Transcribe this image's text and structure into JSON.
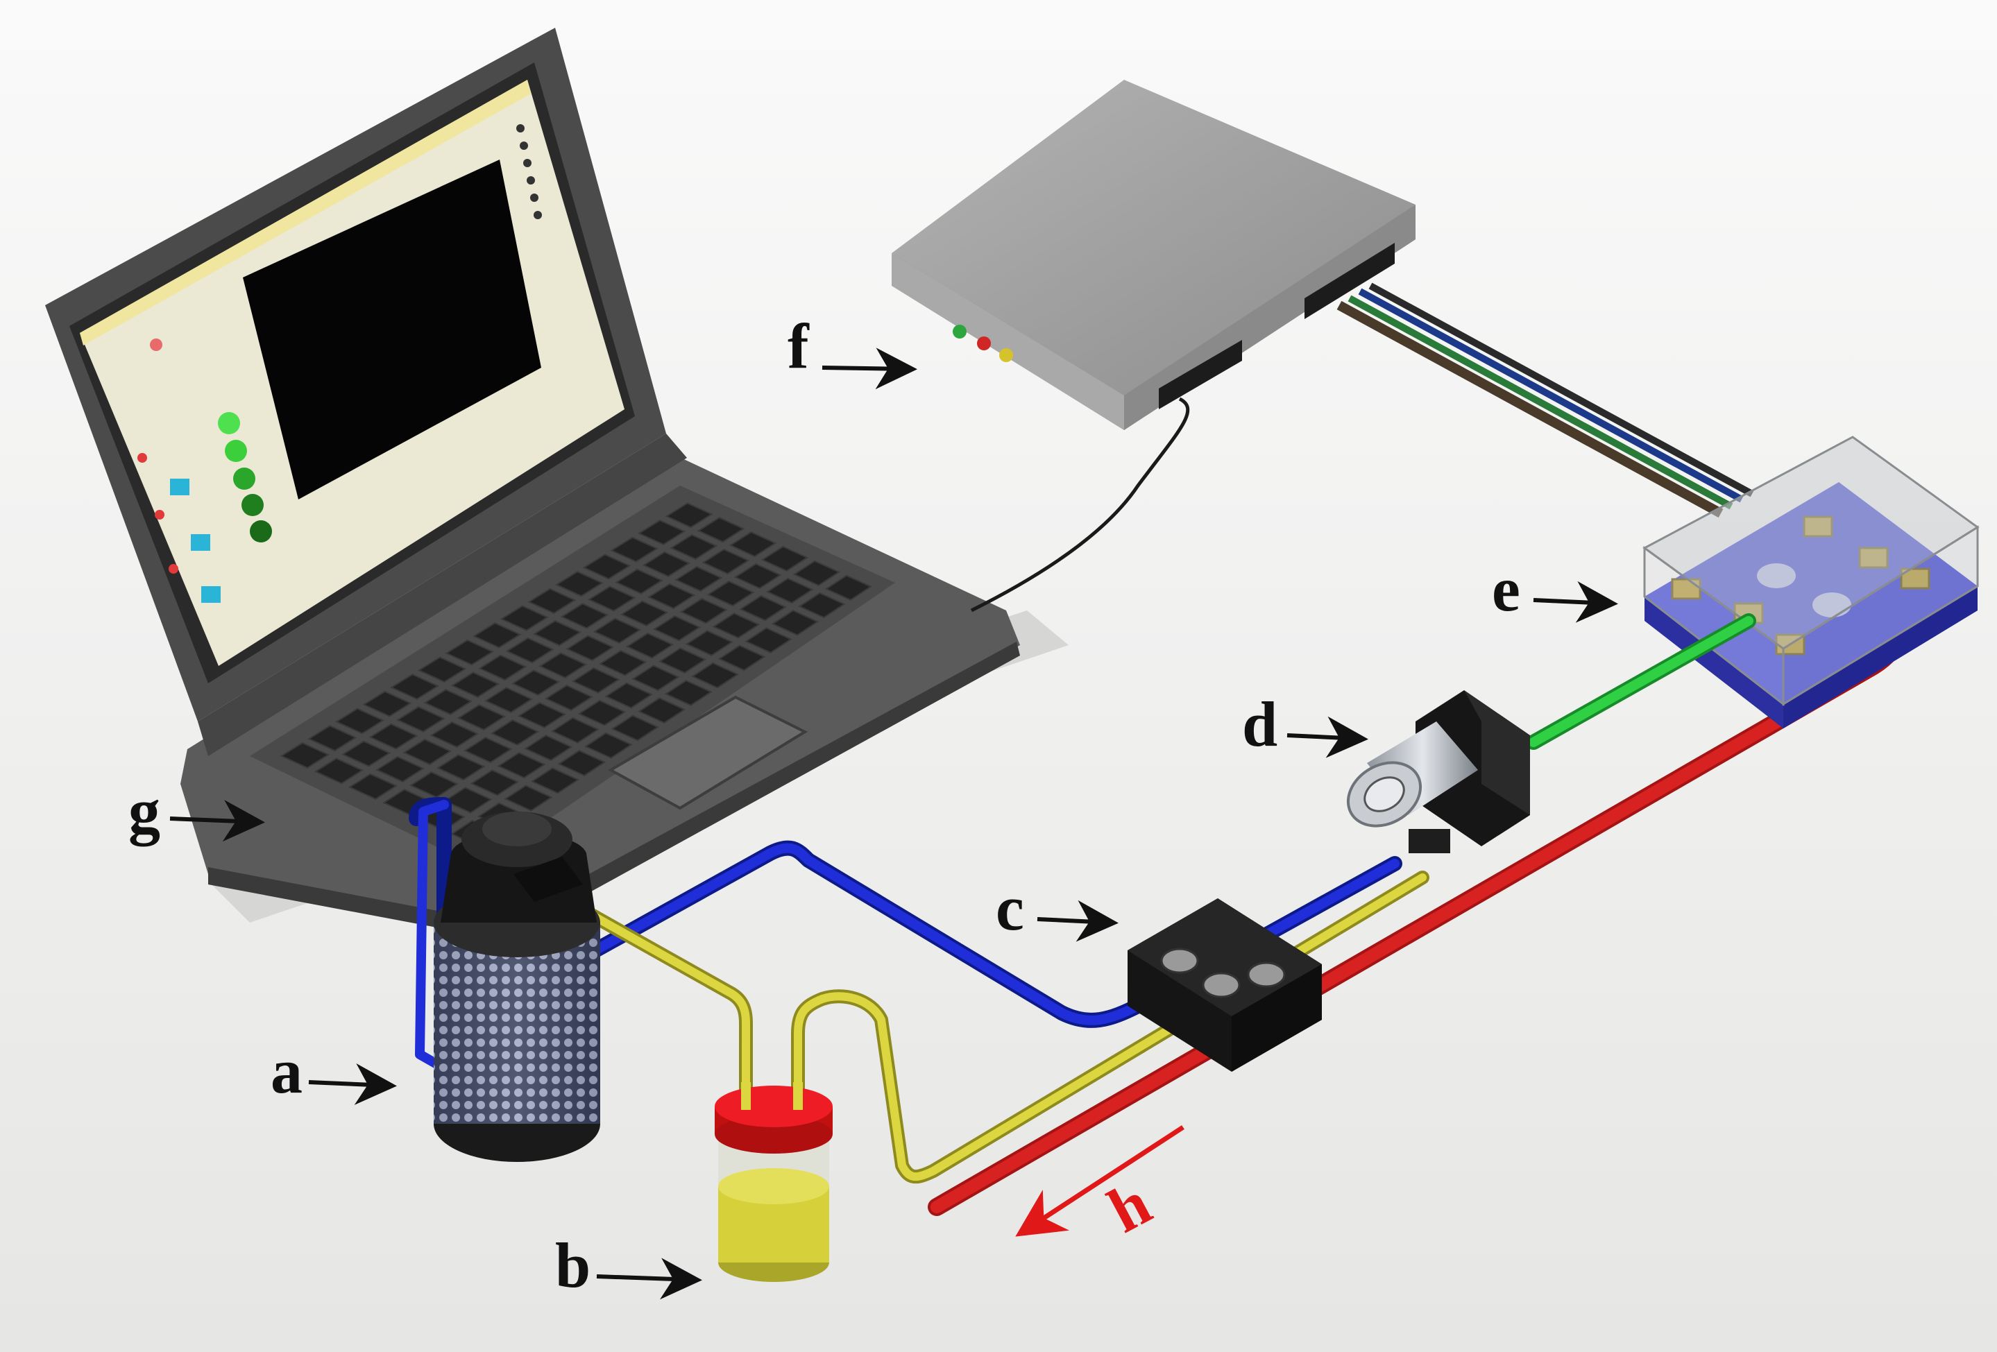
{
  "labels": {
    "a": "a",
    "b": "b",
    "c": "c",
    "d": "d",
    "e": "e",
    "f": "f",
    "g": "g",
    "h": "h"
  },
  "colors": {
    "label_text": "#111111",
    "flow_arrow": "#e01818",
    "tube_red": "#d21d1d",
    "tube_blue": "#1a2ad6",
    "tube_yellow": "#d8d23a",
    "tube_green": "#28c43c",
    "liquid": "#d9d43a",
    "bottle_cap": "#e0131b",
    "sensor_base": "#3a3ec8",
    "laptop_body": "#555556",
    "daq_body": "#9b9b9b"
  },
  "icons": {
    "a": "filter-canister-icon",
    "b": "sample-bottle-icon",
    "c": "manifold-valve-icon",
    "d": "pump-icon",
    "e": "sensor-chamber-icon",
    "f": "daq-box-icon",
    "g": "laptop-icon"
  }
}
